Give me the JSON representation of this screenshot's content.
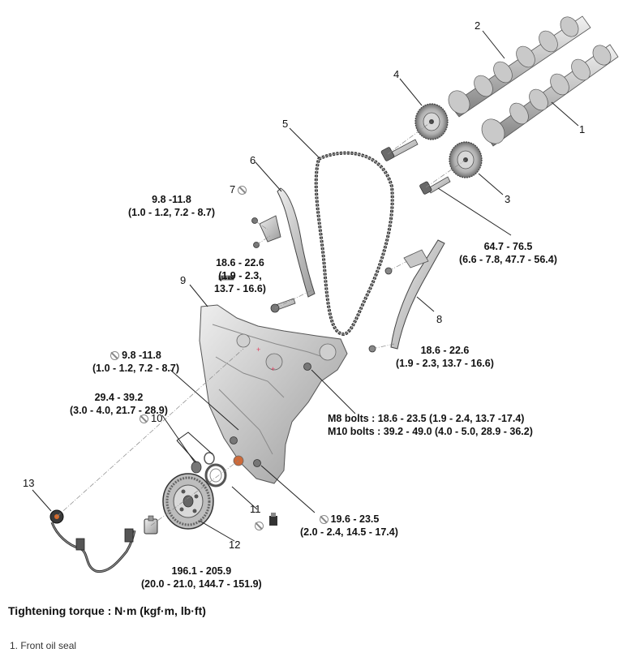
{
  "callouts": [
    "1",
    "2",
    "3",
    "4",
    "5",
    "6",
    "7",
    "8",
    "9",
    "10",
    "11",
    "12",
    "13"
  ],
  "torques": {
    "t1": {
      "line1": "9.8 -11.8",
      "line2": "(1.0 - 1.2, 7.2 - 8.7)"
    },
    "t2": {
      "line1": "18.6 - 22.6",
      "line2": "(1.9 - 2.3,",
      "line3": "13.7 - 16.6)"
    },
    "t3": {
      "line1": "64.7 - 76.5",
      "line2": "(6.6 - 7.8, 47.7 - 56.4)"
    },
    "t4": {
      "line1": "9.8 -11.8",
      "line2": "(1.0 - 1.2, 7.2 - 8.7)"
    },
    "t5": {
      "line1": "29.4 - 39.2",
      "line2": "(3.0 - 4.0, 21.7 - 28.9)"
    },
    "t6": {
      "line1": "18.6 - 22.6",
      "line2": "(1.9 - 2.3, 13.7 - 16.6)"
    },
    "t7": {
      "line1": "M8 bolts : 18.6 - 23.5 (1.9 - 2.4, 13.7 -17.4)",
      "line2": "M10 bolts : 39.2 - 49.0 (4.0 - 5.0, 28.9 - 36.2)"
    },
    "t8": {
      "line1": "19.6 - 23.5",
      "line2": "(2.0 - 2.4, 14.5 - 17.4)"
    },
    "t9": {
      "line1": "196.1 - 205.9",
      "line2": "(20.0 - 21.0, 144.7 - 151.9)"
    }
  },
  "legend": {
    "title": "Tightening torque : N·m (kgf·m, lb·ft)",
    "items": [
      "1. Front oil seal"
    ]
  },
  "icons": {
    "replace_symbol": "no-reuse-icon"
  }
}
